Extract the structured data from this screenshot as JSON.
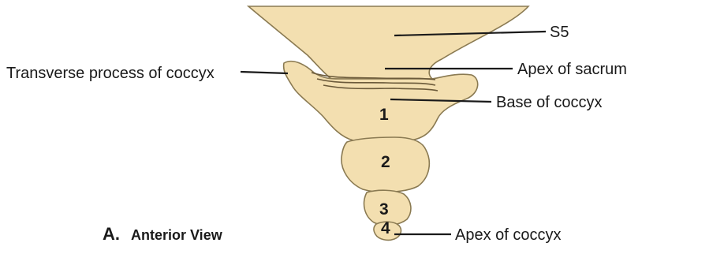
{
  "labels": {
    "s5": "S5",
    "apex_sacrum": "Apex of sacrum",
    "transverse_process": "Transverse process of coccyx",
    "base_coccyx": "Base of coccyx",
    "apex_coccyx": "Apex of coccyx"
  },
  "segments": [
    "1",
    "2",
    "3",
    "4"
  ],
  "caption": {
    "letter": "A.",
    "text": "Anterior View"
  },
  "colors": {
    "bone": "#f3dfb0",
    "bone_outline": "#8a7a52",
    "leader": "#1a1a1a"
  }
}
